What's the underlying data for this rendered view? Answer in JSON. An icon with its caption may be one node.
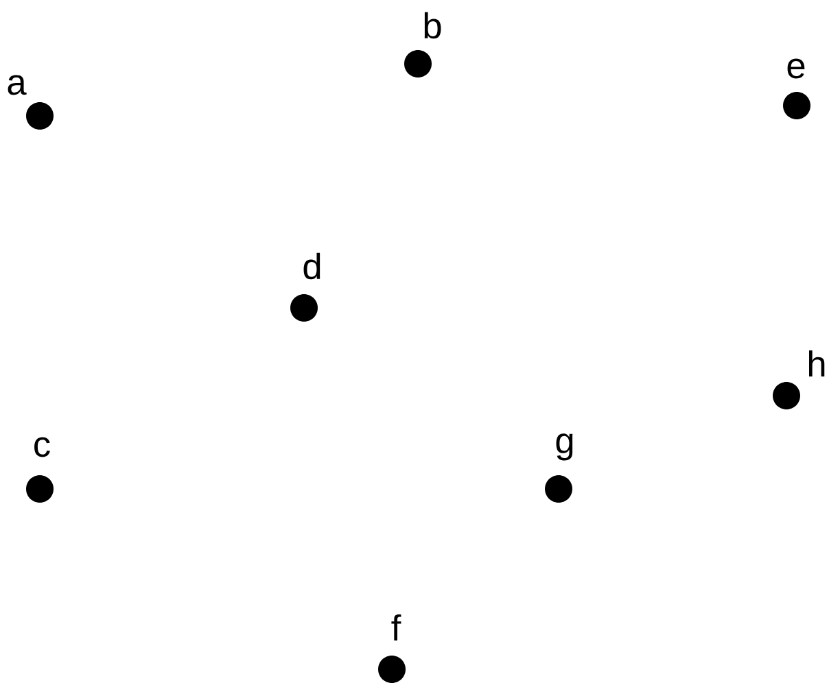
{
  "diagram": {
    "nodes": [
      {
        "text": [
          "a"
        ]
      },
      {
        "text": [
          "b"
        ]
      },
      {
        "text": [
          "c"
        ]
      },
      {
        "text": [
          "d"
        ]
      },
      {
        "text": [
          "e"
        ]
      },
      {
        "text": [
          "f"
        ]
      },
      {
        "text": [
          "g"
        ]
      },
      {
        "text": [
          "h"
        ]
      }
    ]
  }
}
